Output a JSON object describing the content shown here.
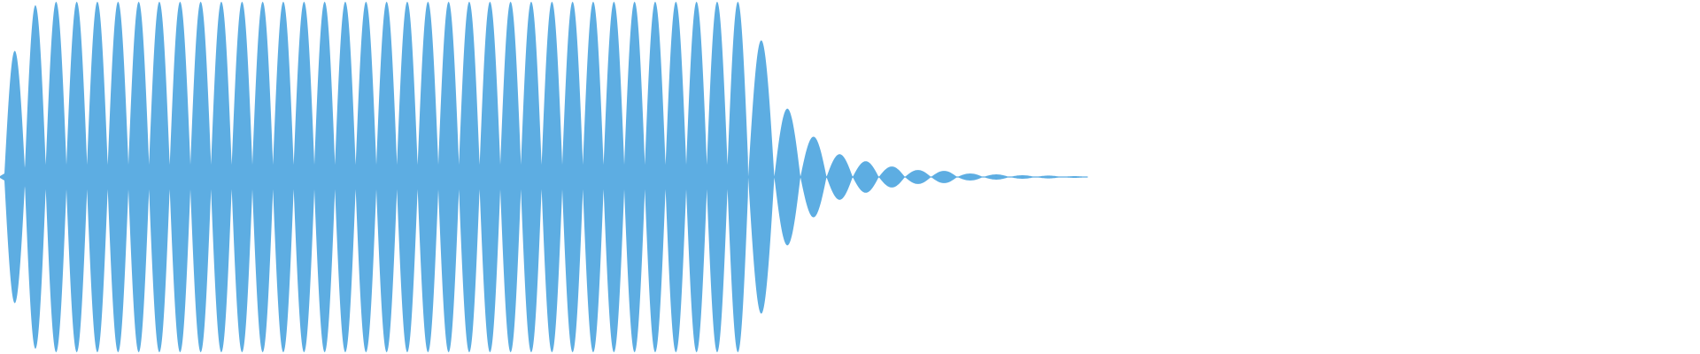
{
  "waveform": {
    "color": "#5dade2",
    "background": "#ffffff",
    "sustain_lobes": 36,
    "sustain_peak": 1.0,
    "sustain_trough": 0.07,
    "decay_peaks": [
      0.78,
      0.39,
      0.23,
      0.13,
      0.09,
      0.06,
      0.04,
      0.035,
      0.02,
      0.015,
      0.01,
      0.008,
      0.005
    ]
  }
}
